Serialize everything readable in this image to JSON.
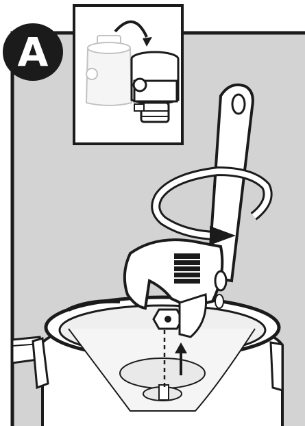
{
  "step_letter": "A",
  "colors": {
    "panel_background": "#d3d3d3",
    "ink": "#1b1b1b",
    "paper": "#ffffff",
    "ghost_part": "#e6e6e6"
  },
  "icons": {
    "step_badge": "step-letter-badge",
    "inset": "disposer-flip-inset",
    "rotate": "rotate-arrow-icon",
    "wrench": "adjustable-wrench-icon",
    "insert": "upward-arrow-icon"
  }
}
